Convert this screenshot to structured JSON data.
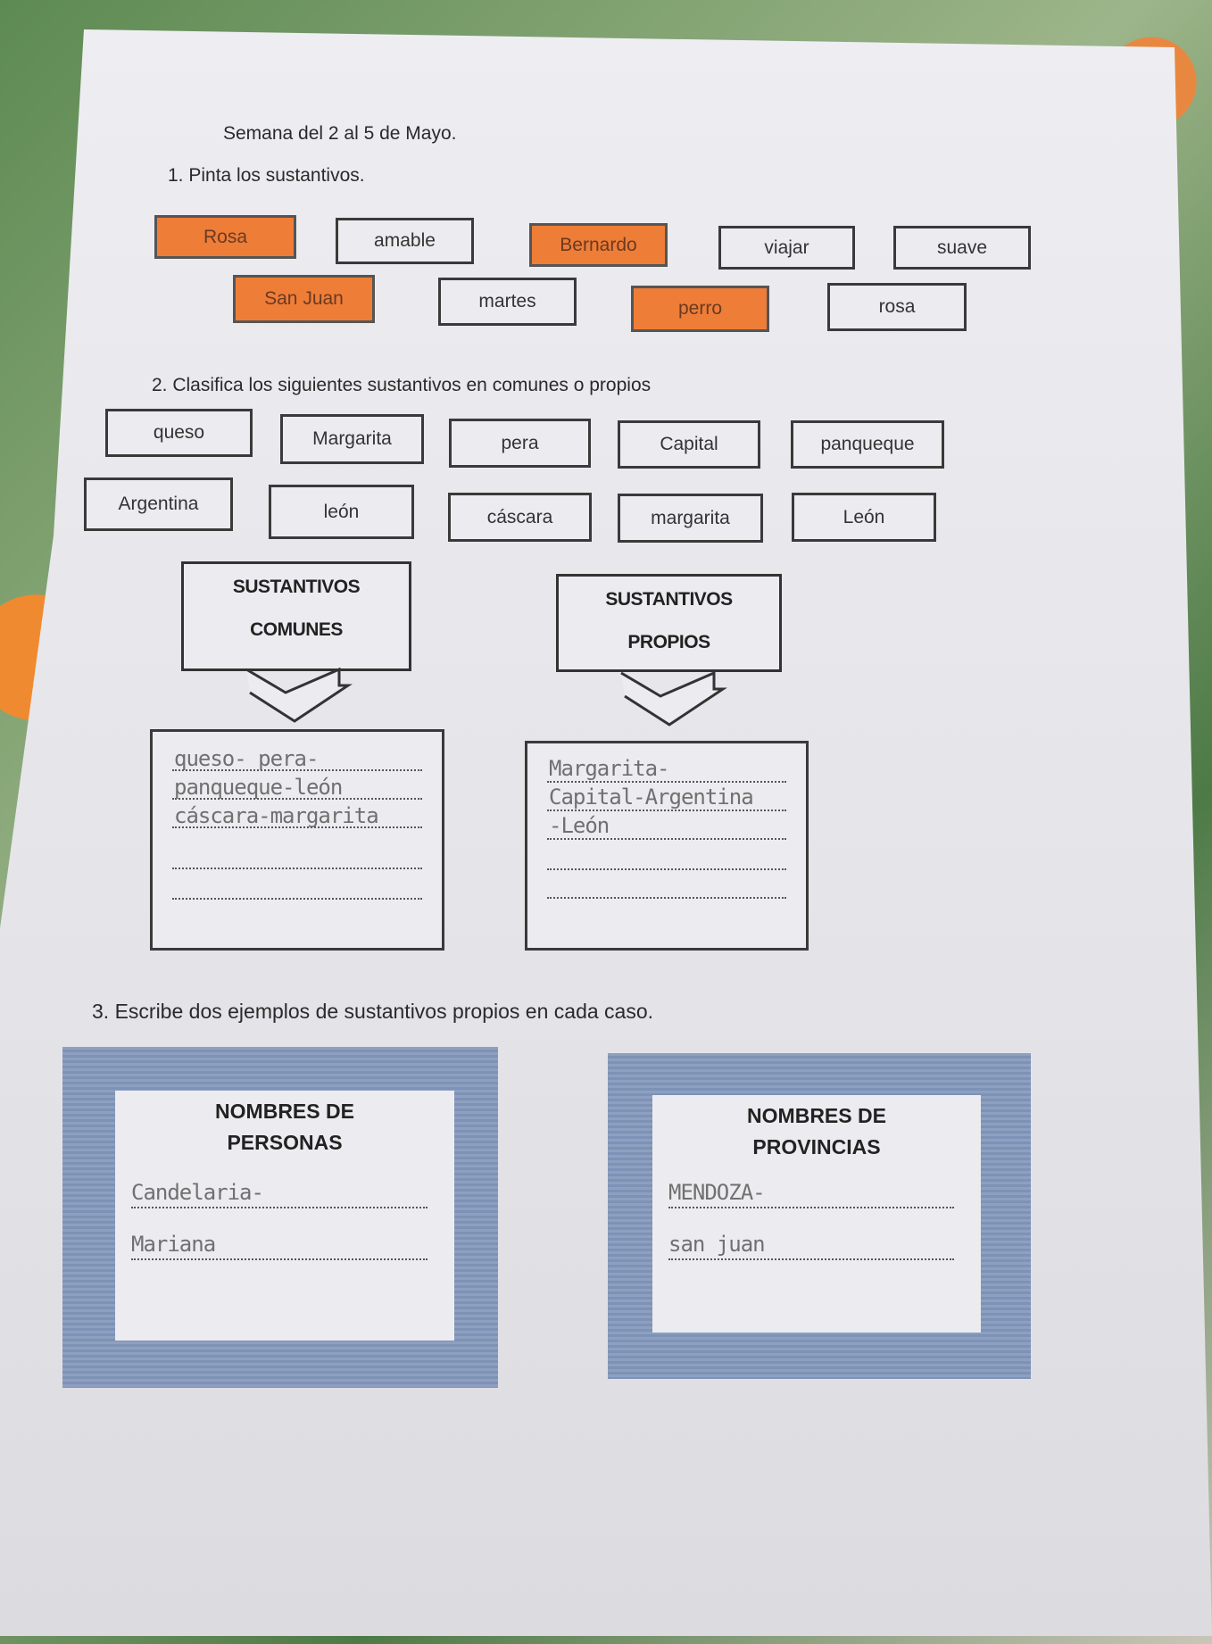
{
  "header": {
    "title": "Semana del 2 al 5 de Mayo."
  },
  "ex1": {
    "instruction": "1. Pinta los sustantivos.",
    "words": [
      {
        "label": "Rosa",
        "painted": true
      },
      {
        "label": "amable",
        "painted": false
      },
      {
        "label": "Bernardo",
        "painted": true
      },
      {
        "label": "viajar",
        "painted": false
      },
      {
        "label": "suave",
        "painted": false
      },
      {
        "label": "San Juan",
        "painted": true
      },
      {
        "label": "martes",
        "painted": false
      },
      {
        "label": "perro",
        "painted": true
      },
      {
        "label": "rosa",
        "painted": false
      }
    ],
    "paint_color": "#ee7d38"
  },
  "ex2": {
    "instruction": "2. Clasifica los siguientes sustantivos en comunes o propios",
    "words": [
      "queso",
      "Margarita",
      "pera",
      "Capital",
      "panqueque",
      "Argentina",
      "león",
      "cáscara",
      "margarita",
      "León"
    ],
    "comunes": {
      "line1": "SUSTANTIVOS",
      "line2": "COMUNES",
      "answers": [
        "queso- pera-",
        "panqueque-león",
        "cáscara-margarita"
      ]
    },
    "propios": {
      "line1": "SUSTANTIVOS",
      "line2": "PROPIOS",
      "answers": [
        "Margarita-",
        "Capital-Argentina",
        "-León"
      ]
    }
  },
  "ex3": {
    "instruction": "3. Escribe dos ejemplos de sustantivos propios en cada caso.",
    "personas": {
      "line1": "NOMBRES DE",
      "line2": "PERSONAS",
      "answers": [
        "Candelaria-",
        "Mariana"
      ]
    },
    "provincias": {
      "line1": "NOMBRES DE",
      "line2": "PROVINCIAS",
      "answers": [
        "MENDOZA-",
        "san juan"
      ]
    }
  }
}
